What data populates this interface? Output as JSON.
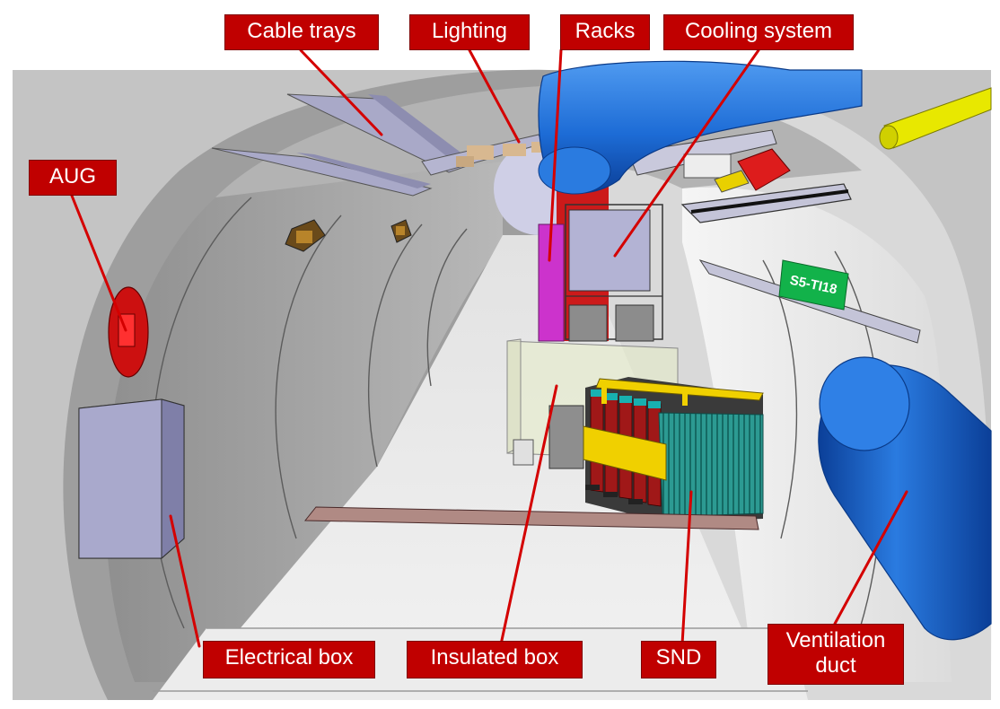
{
  "labels": {
    "cable_trays": "Cable trays",
    "lighting": "Lighting",
    "racks": "Racks",
    "cooling_system": "Cooling system",
    "aug": "AUG",
    "electrical_box": "Electrical box",
    "insulated_box": "Insulated box",
    "snd": "SND",
    "ventilation_duct": "Ventilation duct"
  },
  "signage": {
    "tunnel_sign": "S5-TI18"
  },
  "colors": {
    "label_fill": "#c00000",
    "label_text": "#ffffff",
    "leader_line": "#d40000",
    "duct_blue": "#1f6fd6",
    "rack_magenta": "#cc33cc",
    "snd_teal": "#2aa59b",
    "snd_yellow": "#f0d000",
    "sign_green": "#12b24a"
  }
}
